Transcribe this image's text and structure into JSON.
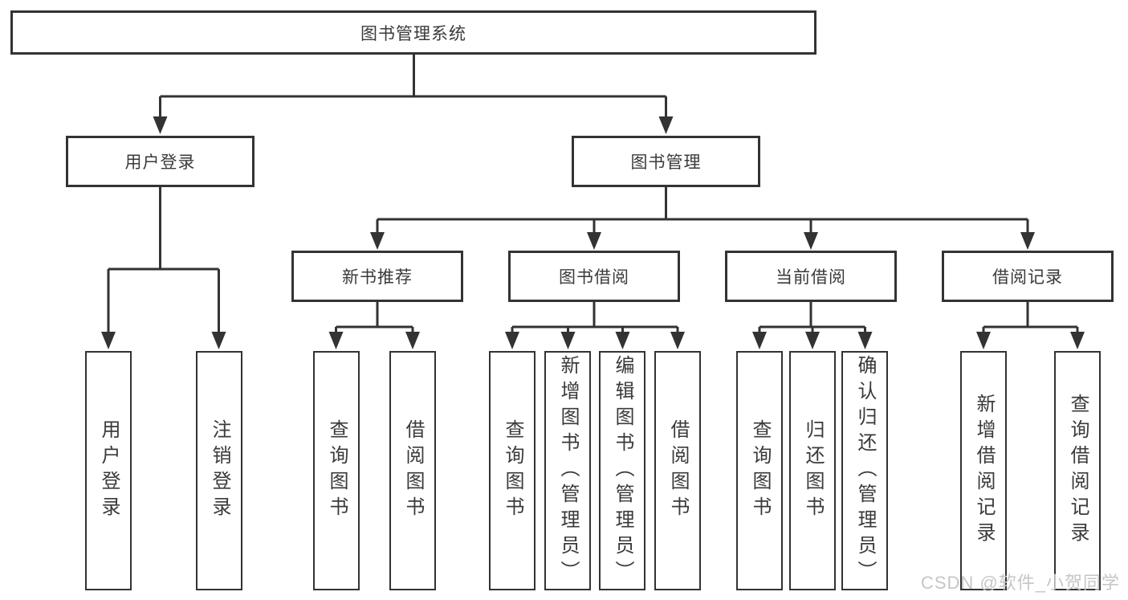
{
  "diagram_title": "图书管理系统",
  "tree": {
    "root": {
      "label": "图书管理系统",
      "children": [
        {
          "label": "用户登录",
          "children": [
            {
              "label": "用户登录"
            },
            {
              "label": "注销登录"
            }
          ]
        },
        {
          "label": "图书管理",
          "children": [
            {
              "label": "新书推荐",
              "children": [
                {
                  "label": "查询图书"
                },
                {
                  "label": "借阅图书"
                }
              ]
            },
            {
              "label": "图书借阅",
              "children": [
                {
                  "label": "查询图书"
                },
                {
                  "label": "新增图书（管理员）"
                },
                {
                  "label": "编辑图书（管理员）"
                },
                {
                  "label": "借阅图书"
                }
              ]
            },
            {
              "label": "当前借阅",
              "children": [
                {
                  "label": "查询图书"
                },
                {
                  "label": "归还图书"
                },
                {
                  "label": "确认归还（管理员）"
                }
              ]
            },
            {
              "label": "借阅记录",
              "children": [
                {
                  "label": "新增借阅记录"
                },
                {
                  "label": "查询借阅记录"
                }
              ]
            }
          ]
        }
      ]
    }
  },
  "watermark": "CSDN @软件_小贺同学",
  "colors": {
    "line": "#333333",
    "box_border": "#333333",
    "text": "#3a3a3a",
    "background": "#ffffff",
    "watermark_text": "#c6c6c6"
  }
}
